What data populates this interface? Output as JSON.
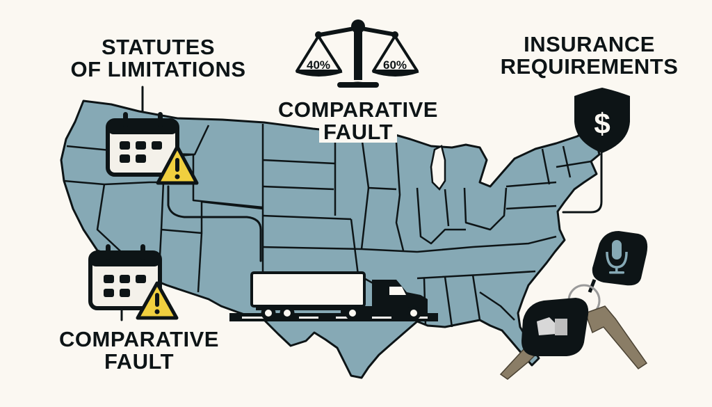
{
  "infographic": {
    "theme": "US state-by-state legal factors for truck / auto accidents",
    "colors": {
      "background": "#fbf8f2",
      "map_fill": "#86a9b5",
      "outline": "#0d1416",
      "warning_yellow": "#f0cf3f",
      "calendar_fill": "#f4f1ea",
      "key_metal": "#8a7d66"
    },
    "labels": {
      "statutes": {
        "line1": "Statutes",
        "line2": "of Limitations"
      },
      "comparative_fault_top": {
        "line1": "Comparative",
        "line2": "Fault"
      },
      "insurance": {
        "line1": "Insurance",
        "line2": "Requirements"
      },
      "comparative_fault_bottom": {
        "line1": "Comparative",
        "line2": "Fault"
      }
    },
    "scale": {
      "left_pan": "40%",
      "right_pan": "60%"
    },
    "icons": {
      "calendar_warning_northwest": "calendar-with-warning-icon",
      "calendar_warning_southwest": "calendar-with-warning-icon",
      "scales_of_justice": "balance-scale-icon",
      "insurance_shield": "shield-dollar-icon",
      "dollar_symbol": "$",
      "truck": "semi-truck-icon",
      "car_keys": "car-key-fob-icon",
      "microphone_tag": "microphone-tag-icon",
      "warning_symbol": "!"
    }
  }
}
